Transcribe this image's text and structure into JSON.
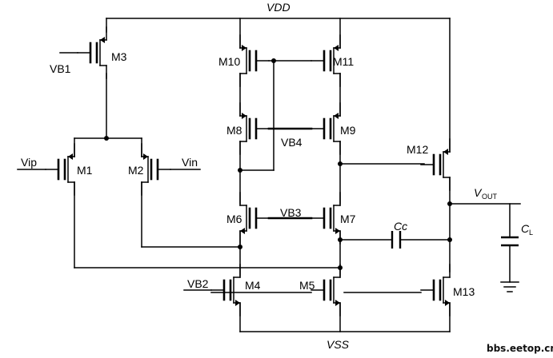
{
  "rails": {
    "vdd": "VDD",
    "vss": "VSS"
  },
  "transistors": {
    "m1": "M1",
    "m2": "M2",
    "m3": "M3",
    "m4": "M4",
    "m5": "M5",
    "m6": "M6",
    "m7": "M7",
    "m8": "M8",
    "m9": "M9",
    "m10": "M10",
    "m11": "M11",
    "m12": "M12",
    "m13": "M13"
  },
  "bias": {
    "vb1": "VB1",
    "vb2": "VB2",
    "vb3": "VB3",
    "vb4": "VB4"
  },
  "inputs": {
    "vip": "Vip",
    "vin": "Vin"
  },
  "output": {
    "vout_main": "V",
    "vout_sub": "OUT",
    "cc": "Cc",
    "cl_main": "C",
    "cl_sub": "L"
  },
  "watermark": "bbs.eetop.cn"
}
